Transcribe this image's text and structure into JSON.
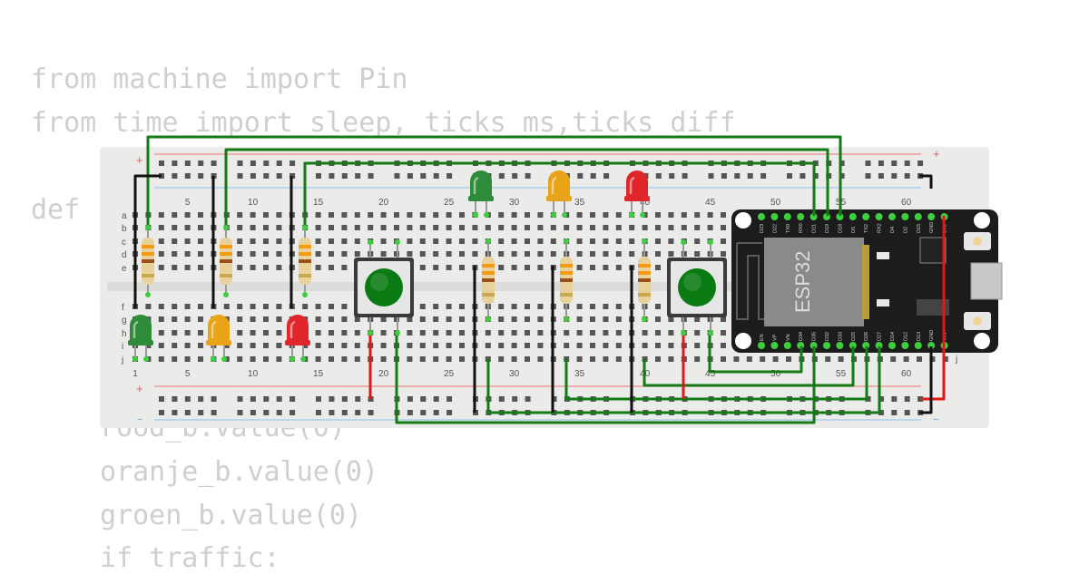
{
  "code": {
    "lines": [
      "from machine import Pin",
      "from time import sleep, ticks_ms,ticks_diff",
      "def",
      "rood_b.value(0)",
      "oranje_b.value(0)",
      "groen_b.value(0)",
      "if traffic:"
    ]
  },
  "breadboard": {
    "row_letters_top": [
      "a",
      "b",
      "c",
      "d",
      "e"
    ],
    "row_letters_bottom": [
      "f",
      "g",
      "h",
      "i",
      "j"
    ],
    "column_numbers": [
      "1",
      "5",
      "10",
      "15",
      "20",
      "25",
      "30",
      "35",
      "40",
      "45",
      "50",
      "55",
      "60"
    ],
    "rail_plus": "+",
    "rail_minus": "−",
    "edge_row_letter": "j"
  },
  "components": {
    "leds": [
      {
        "color": "green",
        "hex": "#2e8b3a"
      },
      {
        "color": "orange",
        "hex": "#e8a317"
      },
      {
        "color": "red",
        "hex": "#e0262b"
      },
      {
        "color": "green",
        "hex": "#2e8b3a"
      },
      {
        "color": "orange",
        "hex": "#e8a317"
      },
      {
        "color": "red",
        "hex": "#e0262b"
      }
    ],
    "buttons": [
      {
        "color": "green",
        "hex": "#0a7a12"
      },
      {
        "color": "green",
        "hex": "#0a7a12"
      }
    ],
    "board": {
      "label": "ESP32",
      "top_pins": [
        "D23",
        "D22",
        "TX0",
        "RX0",
        "D21",
        "D19",
        "D18",
        "D5",
        "TX2",
        "RX2",
        "D4",
        "D2",
        "D15",
        "GND",
        "3V3"
      ],
      "bottom_pins": [
        "EN",
        "VP",
        "VN",
        "D34",
        "D35",
        "D32",
        "D33",
        "D25",
        "D26",
        "D27",
        "D14",
        "D12",
        "D13",
        "GND",
        "VIN"
      ]
    }
  },
  "wire_colors": {
    "signal": "#147a14",
    "power": "#e01818",
    "ground": "#111111"
  }
}
